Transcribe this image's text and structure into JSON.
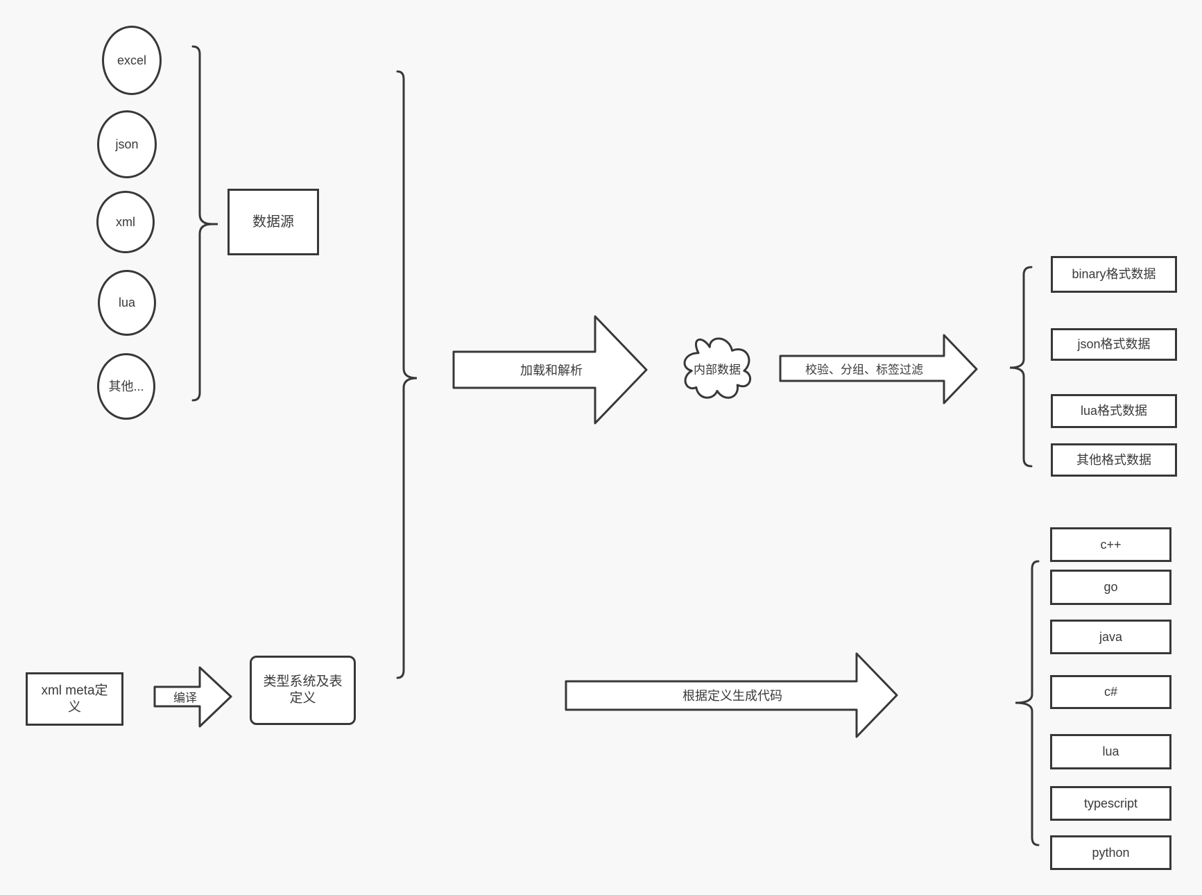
{
  "colors": {
    "background": "#f8f8f8",
    "stroke": "#383838",
    "node_fill": "#ffffff",
    "text": "#3a3a3a"
  },
  "sources": {
    "nodes": [
      "excel",
      "json",
      "xml",
      "lua",
      "其他..."
    ],
    "group_label": "数据源"
  },
  "definition_flow": {
    "xml_meta_label": "xml meta定义",
    "compile_label": "编译",
    "type_system_label": "类型系统及表定义"
  },
  "process_flow": {
    "load_parse_label": "加载和解析",
    "internal_data_label": "内部数据",
    "filter_label": "校验、分组、标签过滤",
    "generate_code_label": "根据定义生成代码"
  },
  "output_formats": [
    "binary格式数据",
    "json格式数据",
    "lua格式数据",
    "其他格式数据"
  ],
  "languages": [
    "c++",
    "go",
    "java",
    "c#",
    "lua",
    "typescript",
    "python"
  ]
}
